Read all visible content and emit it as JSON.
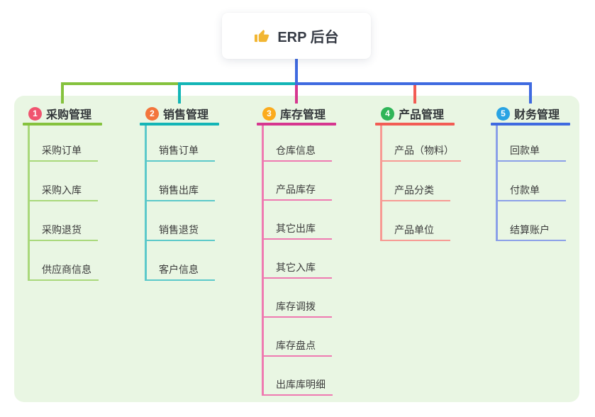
{
  "root": {
    "label": "ERP 后台",
    "icon": "thumbs-up-icon",
    "icon_color": "#f2b633",
    "card_bg": "#ffffff"
  },
  "canvas": {
    "page_bg": "#ffffff",
    "panel_bg": "#e9f6e3"
  },
  "branches": [
    {
      "badge": "1",
      "title": "采购管理",
      "badge_color": "#f0546f",
      "line_color": "#85c23d",
      "child_color": "#a9d87b",
      "children": [
        "采购订单",
        "采购入库",
        "采购退货",
        "供应商信息"
      ]
    },
    {
      "badge": "2",
      "title": "销售管理",
      "badge_color": "#f3753c",
      "line_color": "#13b5b6",
      "child_color": "#5cc9ca",
      "children": [
        "销售订单",
        "销售出库",
        "销售退货",
        "客户信息"
      ]
    },
    {
      "badge": "3",
      "title": "库存管理",
      "badge_color": "#fbab1d",
      "line_color": "#d6368f",
      "child_color": "#ef7ab1",
      "children": [
        "仓库信息",
        "产品库存",
        "其它出库",
        "其它入库",
        "库存调拨",
        "库存盘点",
        "出库库明细"
      ]
    },
    {
      "badge": "4",
      "title": "产品管理",
      "badge_color": "#2fb558",
      "line_color": "#f25c54",
      "child_color": "#f79a94",
      "children": [
        "产品（物料）",
        "产品分类",
        "产品单位"
      ]
    },
    {
      "badge": "5",
      "title": "财务管理",
      "badge_color": "#29a3e3",
      "line_color": "#3f6ae0",
      "child_color": "#8ba0e8",
      "children": [
        "回款单",
        "付款单",
        "结算账户"
      ]
    }
  ]
}
